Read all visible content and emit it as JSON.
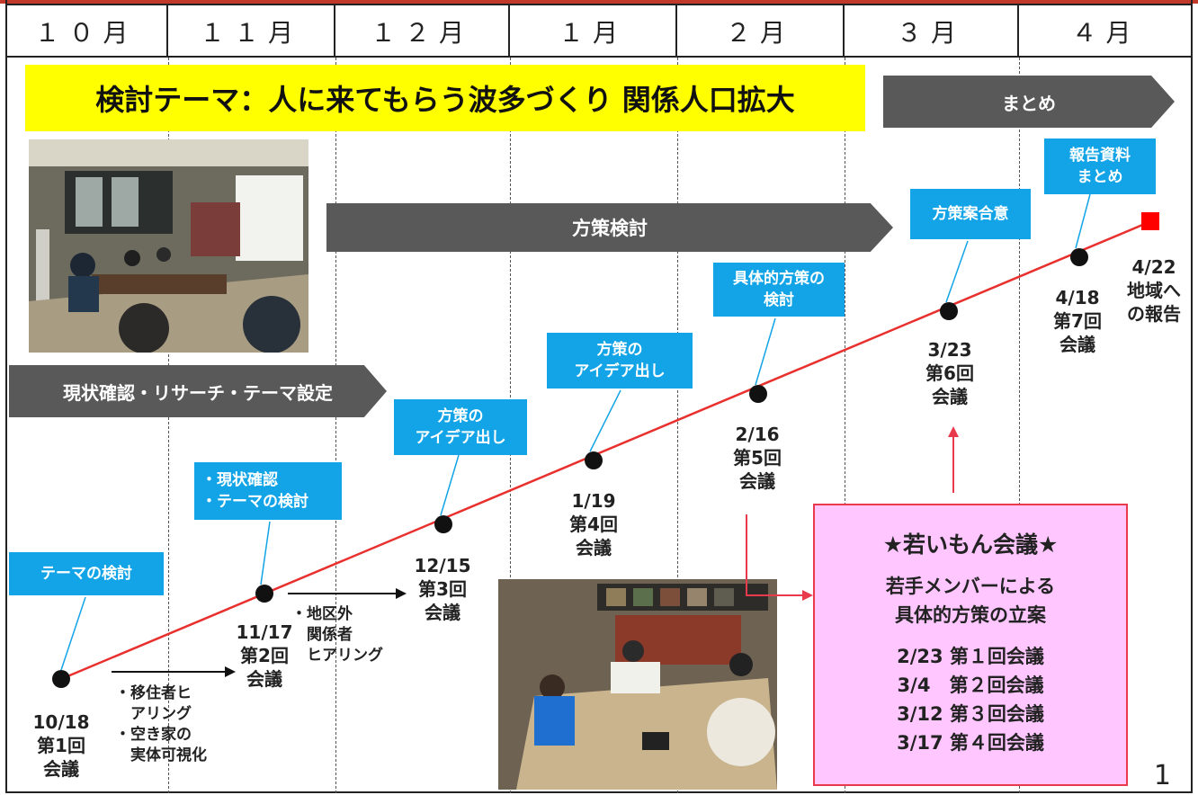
{
  "months": [
    "１０月",
    "１１月",
    "１２月",
    "１月",
    "２月",
    "３月",
    "４月"
  ],
  "theme": "検討テーマ：人に来てもらう波多づくり 関係人口拡大",
  "phases": {
    "summary": "まとめ",
    "policy_study": "方策検討",
    "research": "現状確認・リサーチ・テーマ設定"
  },
  "meetings": [
    {
      "date": "10/18",
      "num": "第1回",
      "word": "会議",
      "topic": "テーマの検討"
    },
    {
      "date": "11/17",
      "num": "第2回",
      "word": "会議",
      "topic": "・現状確認\n・テーマの検討"
    },
    {
      "date": "12/15",
      "num": "第3回",
      "word": "会議",
      "topic": "方策の\nアイデア出し"
    },
    {
      "date": "1/19",
      "num": "第4回",
      "word": "会議",
      "topic": "方策の\nアイデア出し"
    },
    {
      "date": "2/16",
      "num": "第5回",
      "word": "会議",
      "topic": "具体的方策の\n検討"
    },
    {
      "date": "3/23",
      "num": "第6回",
      "word": "会議",
      "topic": "方策案合意"
    },
    {
      "date": "4/18",
      "num": "第7回",
      "word": "会議",
      "topic": "報告資料\nまとめ"
    }
  ],
  "final": {
    "date": "4/22",
    "text": "地域へ\nの報告"
  },
  "hearings": {
    "h1": "・移住者ヒ\n　アリング\n・空き家の\n　実体可視化",
    "h2": "・地区外\n　関係者\n　ヒアリング"
  },
  "youth": {
    "title": "★若いもん会議★",
    "subtitle": "若手メンバーによる\n具体的方策の立案",
    "sessions": [
      "2/23 第１回会議",
      "3/4　第２回会議",
      "3/12 第３回会議",
      "3/17 第４回会議"
    ]
  },
  "page_number": "1",
  "colors": {
    "accent_cyan": "#12a4e6",
    "line_red": "#e8302e",
    "theme_yellow": "#ffff00",
    "arrow_gray": "#595959",
    "youth_pink": "#ffc6ff"
  }
}
